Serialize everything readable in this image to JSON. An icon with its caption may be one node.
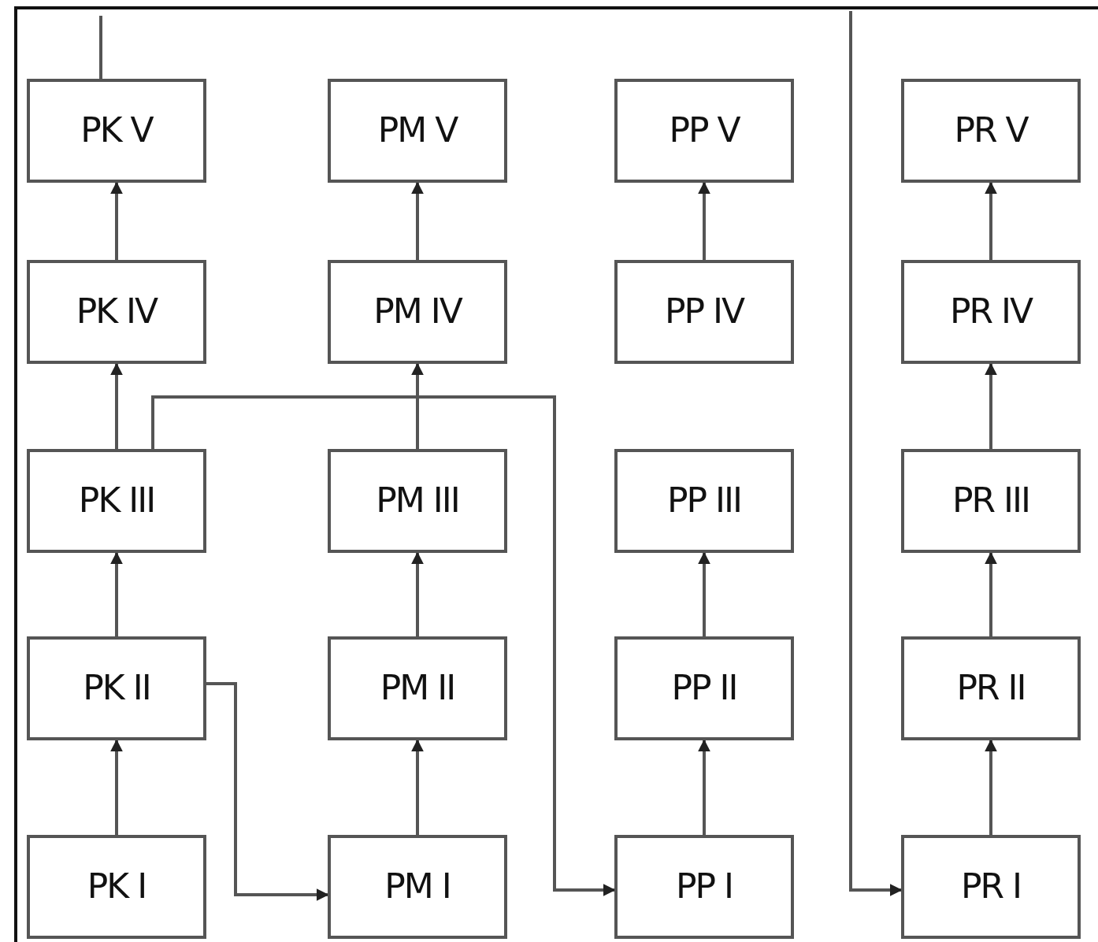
{
  "diagram": {
    "nodes": [
      {
        "text": [
          "PK V"
        ]
      },
      {
        "text": [
          "PM V"
        ]
      },
      {
        "text": [
          "PP V"
        ]
      },
      {
        "text": [
          "PR V"
        ]
      },
      {
        "text": [
          "PK IV"
        ]
      },
      {
        "text": [
          "PM IV"
        ]
      },
      {
        "text": [
          "PP IV"
        ]
      },
      {
        "text": [
          "PR IV"
        ]
      },
      {
        "text": [
          "PK III"
        ]
      },
      {
        "text": [
          "PM III"
        ]
      },
      {
        "text": [
          "PP III"
        ]
      },
      {
        "text": [
          "PR III"
        ]
      },
      {
        "text": [
          "PK II"
        ]
      },
      {
        "text": [
          "PM II"
        ]
      },
      {
        "text": [
          "PP II"
        ]
      },
      {
        "text": [
          "PR II"
        ]
      },
      {
        "text": [
          "PK I"
        ]
      },
      {
        "text": [
          "PM I"
        ]
      },
      {
        "text": [
          "PP I"
        ]
      },
      {
        "text": [
          "PR I"
        ]
      }
    ],
    "edges": [
      {
        "from": 16,
        "to": 12,
        "arrow": "to"
      },
      {
        "from": 12,
        "to": 8,
        "arrow": "to"
      },
      {
        "from": 8,
        "to": 4,
        "arrow": "to"
      },
      {
        "from": 4,
        "to": 0,
        "arrow": "to"
      },
      {
        "from": 0,
        "to": null,
        "arrow": "none"
      },
      {
        "from": 12,
        "to": 17,
        "arrow": "to"
      },
      {
        "from": 8,
        "to": 18,
        "arrow": "to"
      },
      {
        "from": 17,
        "to": 13,
        "arrow": "to"
      },
      {
        "from": 13,
        "to": 9,
        "arrow": "to"
      },
      {
        "from": 9,
        "to": 5,
        "arrow": "to"
      },
      {
        "from": 5,
        "to": 1,
        "arrow": "to"
      },
      {
        "from": 18,
        "to": 14,
        "arrow": "to"
      },
      {
        "from": 14,
        "to": 10,
        "arrow": "to"
      },
      {
        "from": 6,
        "to": 2,
        "arrow": "to"
      },
      {
        "from": null,
        "to": 19,
        "arrow": "to"
      },
      {
        "from": 19,
        "to": 15,
        "arrow": "to"
      },
      {
        "from": 15,
        "to": 11,
        "arrow": "to"
      },
      {
        "from": 11,
        "to": 7,
        "arrow": "to"
      },
      {
        "from": 7,
        "to": 3,
        "arrow": "to"
      }
    ]
  }
}
